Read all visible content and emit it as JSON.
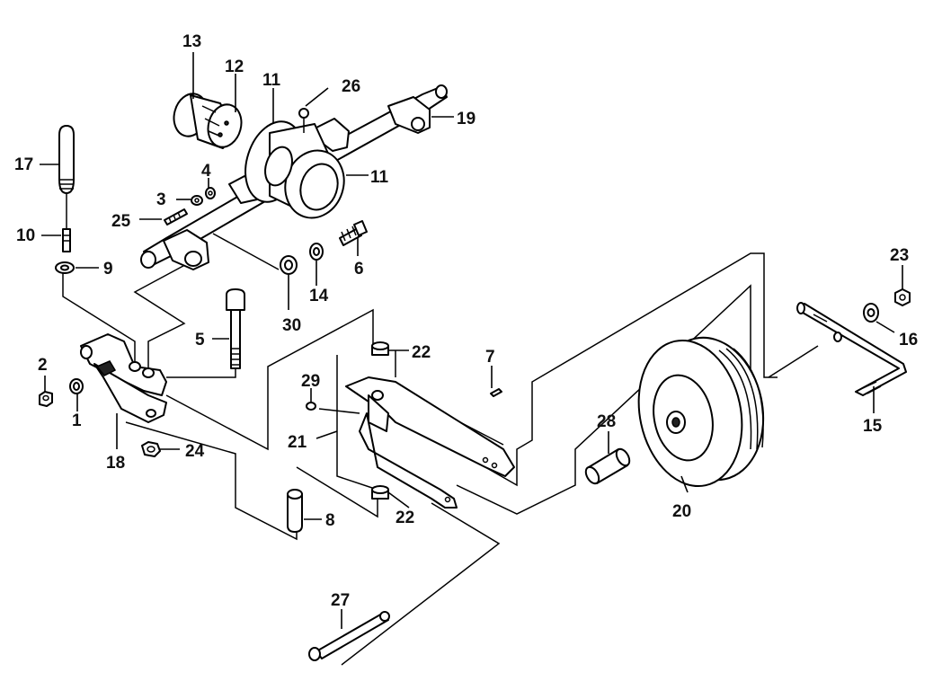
{
  "labels": {
    "l1": "1",
    "l2": "2",
    "l3": "3",
    "l4": "4",
    "l5": "5",
    "l6": "6",
    "l7": "7",
    "l8": "8",
    "l9": "9",
    "l10": "10",
    "l11a": "11",
    "l11b": "11",
    "l12": "12",
    "l13": "13",
    "l14": "14",
    "l15": "15",
    "l16": "16",
    "l17": "17",
    "l18": "18",
    "l19": "19",
    "l20": "20",
    "l21": "21",
    "l22a": "22",
    "l22b": "22",
    "l23": "23",
    "l24": "24",
    "l25": "25",
    "l26": "26",
    "l27": "27",
    "l28": "28",
    "l29": "29",
    "l30": "30"
  }
}
